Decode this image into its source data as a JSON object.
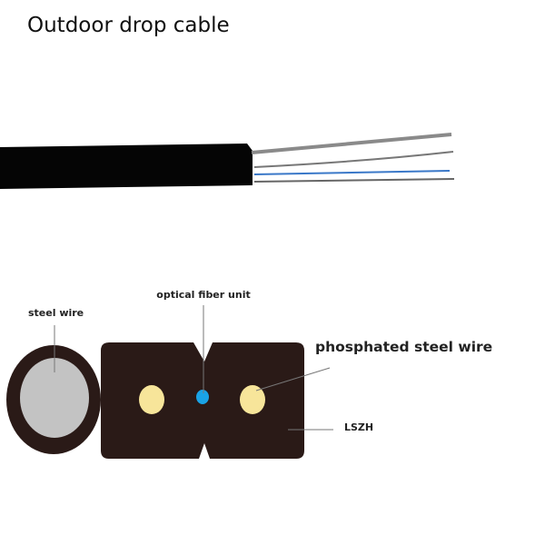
{
  "title": "Outdoor drop cable",
  "labels": {
    "steel_wire": "steel wire",
    "optical_fiber_unit": "optical fiber unit",
    "phosphated_steel_wire": "phosphated steel wire",
    "lszh": "LSZH"
  },
  "colors": {
    "sheath": "#2a1a17",
    "steel_wire_core": "#c3c3c3",
    "phosphated_wire": "#f7e59a",
    "fiber": "#1aa3e6",
    "leader_line": "#777777"
  }
}
